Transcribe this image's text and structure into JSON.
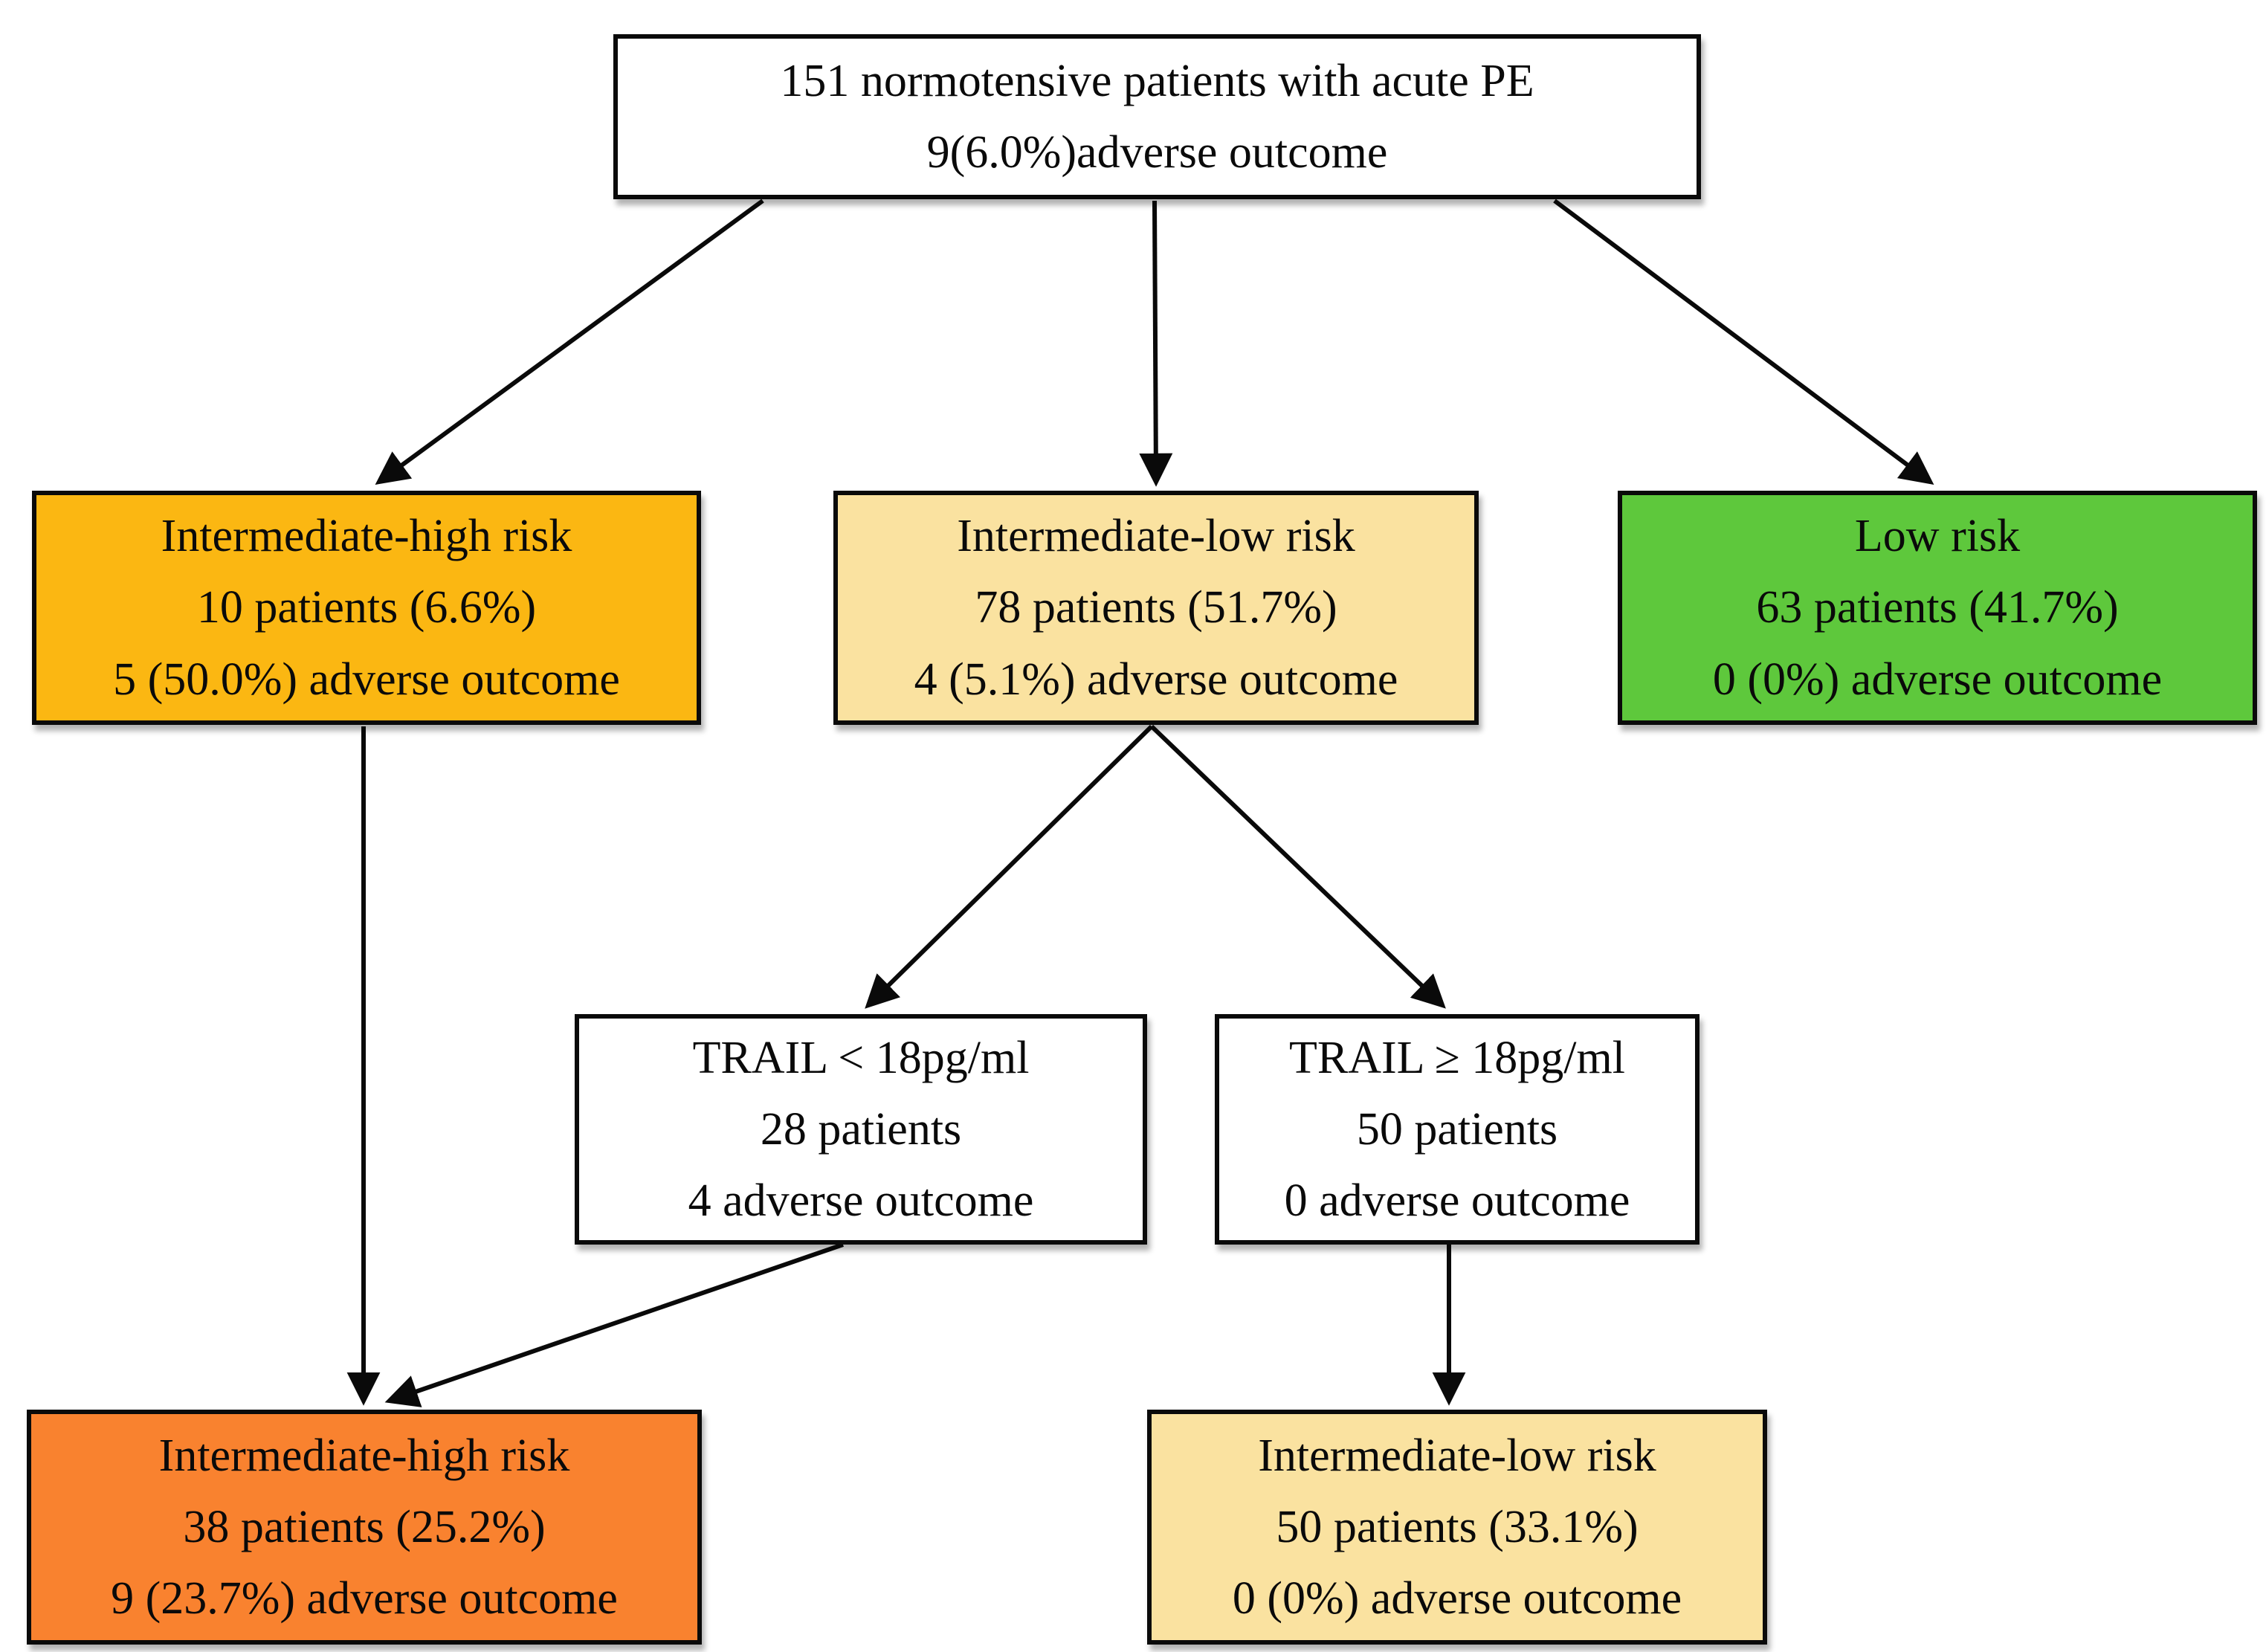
{
  "colors": {
    "border": "#0a0a0a",
    "arrow": "#0a0a0a",
    "amber": "#FBB712",
    "pale_yellow": "#FAE2A0",
    "green": "#5EC83C",
    "orange": "#F9822F",
    "white": "#FFFFFF"
  },
  "nodes": {
    "root": {
      "bg": "#FFFFFF",
      "lines": [
        "151 normotensive patients with acute PE",
        "9(6.0%)adverse outcome"
      ]
    },
    "ih1": {
      "bg": "#FBB712",
      "lines": [
        "Intermediate-high risk",
        "10 patients (6.6%)",
        "5 (50.0%) adverse outcome"
      ]
    },
    "il1": {
      "bg": "#FAE2A0",
      "lines": [
        "Intermediate-low risk",
        "78 patients (51.7%)",
        "4 (5.1%) adverse outcome"
      ]
    },
    "low": {
      "bg": "#5EC83C",
      "lines": [
        "Low risk",
        "63 patients (41.7%)",
        "0 (0%) adverse outcome"
      ]
    },
    "t1": {
      "bg": "#FFFFFF",
      "lines": [
        "TRAIL < 18pg/ml",
        "28 patients",
        "4 adverse outcome"
      ]
    },
    "t2": {
      "bg": "#FFFFFF",
      "lines": [
        "TRAIL ≥ 18pg/ml",
        "50 patients",
        "0 adverse outcome"
      ]
    },
    "ih2": {
      "bg": "#F9822F",
      "lines": [
        "Intermediate-high risk",
        "38 patients (25.2%)",
        "9 (23.7%) adverse outcome"
      ]
    },
    "il2": {
      "bg": "#FAE2A0",
      "lines": [
        "Intermediate-low risk",
        "50 patients (33.1%)",
        "0 (0%) adverse outcome"
      ]
    }
  },
  "edges": [
    {
      "from": "root",
      "to": "ih1"
    },
    {
      "from": "root",
      "to": "il1"
    },
    {
      "from": "root",
      "to": "low"
    },
    {
      "from": "il1",
      "to": "t1"
    },
    {
      "from": "il1",
      "to": "t2"
    },
    {
      "from": "ih1",
      "to": "ih2"
    },
    {
      "from": "t1",
      "to": "ih2"
    },
    {
      "from": "t2",
      "to": "il2"
    }
  ]
}
